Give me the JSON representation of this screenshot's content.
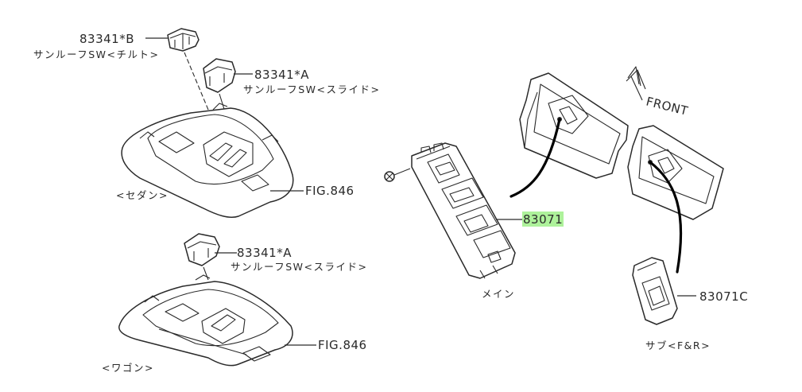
{
  "callouts": {
    "tilt_switch": {
      "part_no": "83341*B",
      "desc": "サンルーフSW<チルト>"
    },
    "slide_switch_sedan": {
      "part_no": "83341*A",
      "desc": "サンルーフSW<スライド>"
    },
    "slide_switch_wagon": {
      "part_no": "83341*A",
      "desc": "サンルーフSW<スライド>"
    },
    "fig_sedan": "FIG.846",
    "fig_wagon": "FIG.846",
    "main_switch": {
      "part_no": "83071",
      "desc": "メイン",
      "highlight": "#aef29b"
    },
    "sub_switch": {
      "part_no": "83071C",
      "desc": "サブ<F&R>"
    }
  },
  "variants": {
    "sedan": "<セダン>",
    "wagon": "<ワゴン>"
  },
  "direction": "FRONT"
}
